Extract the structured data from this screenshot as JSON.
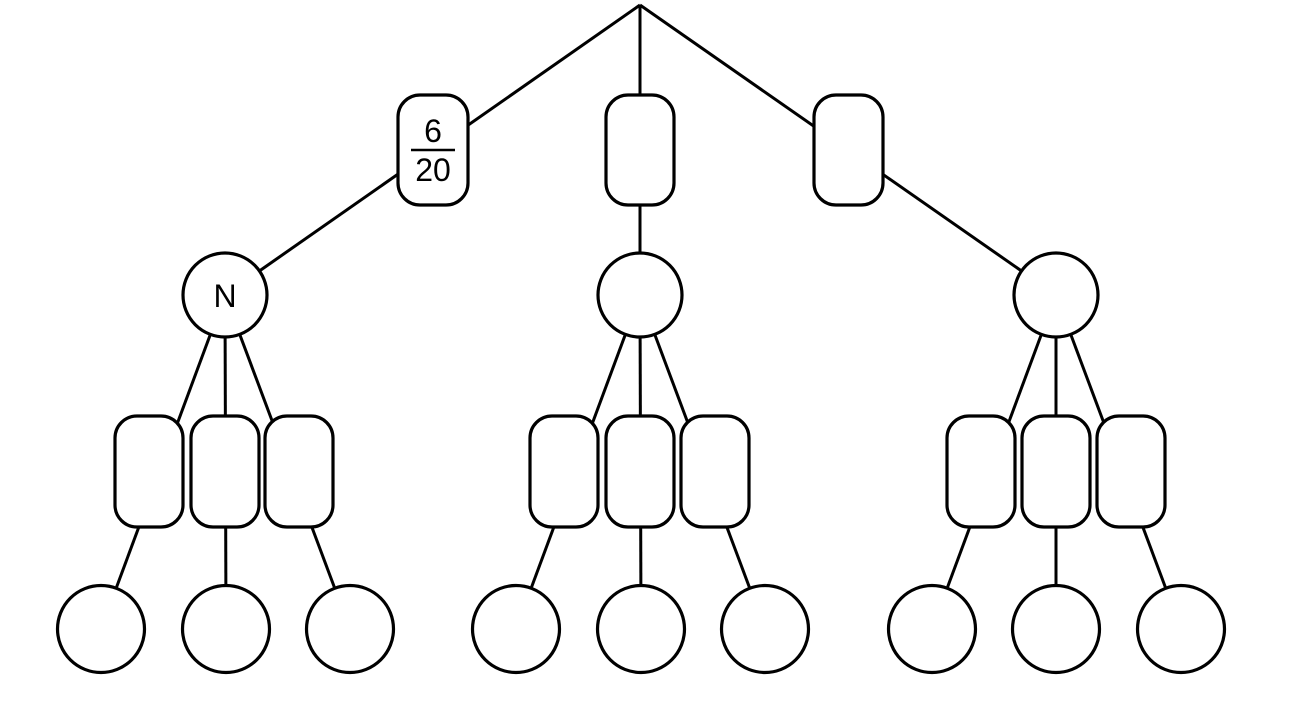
{
  "diagram": {
    "type": "probability-tree",
    "structure": {
      "levels": 4,
      "root_branches": 3,
      "sub_branches_per_node": 3,
      "leaf_count": 9
    },
    "edge_labels": {
      "root_left": {
        "numerator": "6",
        "denominator": "20"
      },
      "root_middle": "",
      "root_right": "",
      "left_group": [
        "",
        "",
        ""
      ],
      "middle_group": [
        "",
        "",
        ""
      ],
      "right_group": [
        "",
        "",
        ""
      ]
    },
    "node_labels": {
      "branch_left": "N",
      "branch_middle": "",
      "branch_right": "",
      "leaves_left": [
        "",
        "",
        ""
      ],
      "leaves_middle": [
        "",
        "",
        ""
      ],
      "leaves_right": [
        "",
        "",
        ""
      ]
    },
    "colors": {
      "stroke": "#000000",
      "node_fill": "#ffffff",
      "background": "#ffffff"
    }
  }
}
